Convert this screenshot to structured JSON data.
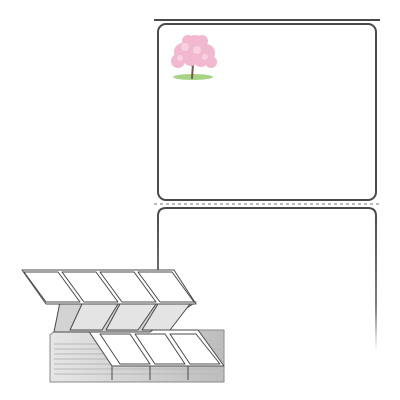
{
  "product": {
    "icons": {
      "label_roll_backing": "label-liner-strip",
      "top_label": "rounded-rectangle-label",
      "label_image": "cherry-blossom-tree",
      "fanfold_stack": "fanfold-label-stack"
    },
    "colors": {
      "outline": "#4a4a4a",
      "paper": "#ffffff",
      "stack_shadow": "#d9d9d9",
      "blossom": "#f2b8cf",
      "trunk": "#7a5a44",
      "grass": "#9ccf7a"
    }
  }
}
